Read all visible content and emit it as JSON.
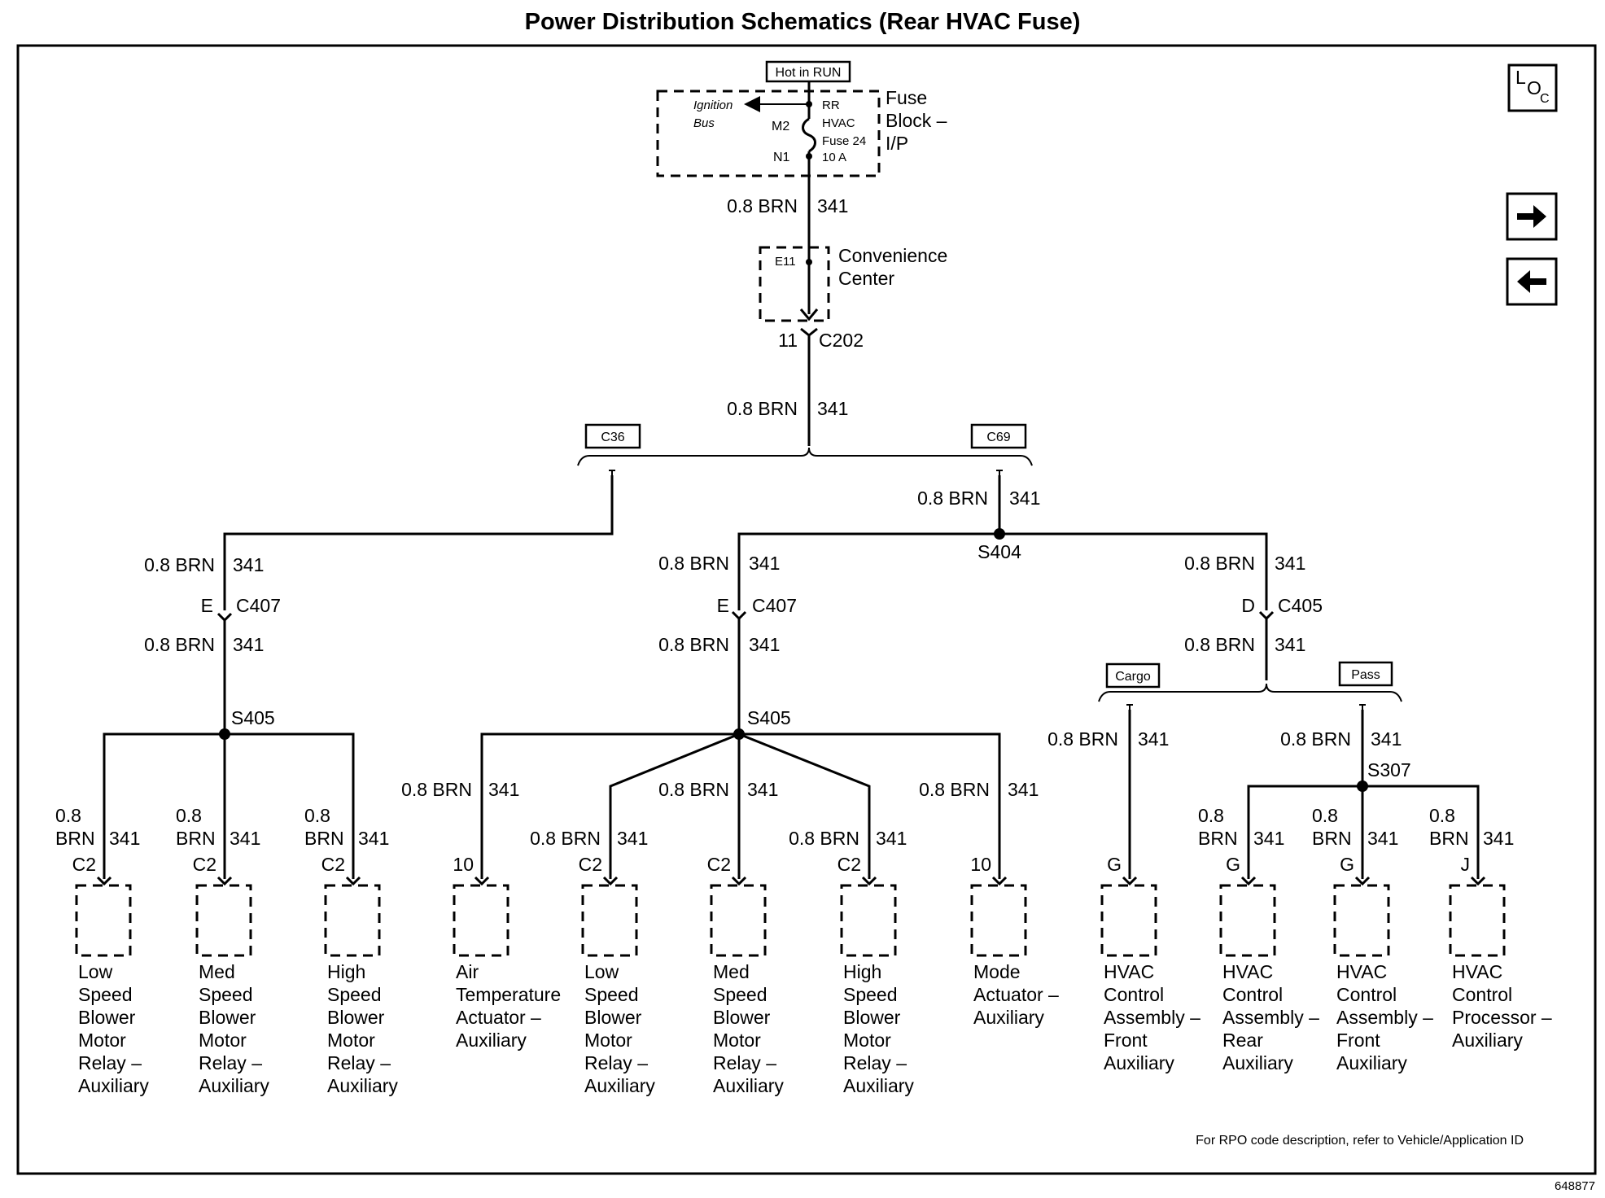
{
  "title": "Power Distribution Schematics (Rear HVAC Fuse)",
  "loc_icon": {
    "top": "L",
    "mid": "O",
    "sub": "C"
  },
  "nav": {
    "forward_icon": "arrow-right-icon",
    "back_icon": "arrow-left-icon"
  },
  "fuse_block": {
    "hot_label": "Hot in RUN",
    "ignition_bus": [
      "Ignition",
      "Bus"
    ],
    "pin_top": "M2",
    "pin_bottom": "N1",
    "fuse_text": [
      "RR",
      "HVAC",
      "Fuse 24",
      "10 A"
    ],
    "name": [
      "Fuse",
      "Block –",
      "I/P"
    ]
  },
  "wire": {
    "gauge_color": "0.8 BRN",
    "circuit": "341",
    "gauge": "0.8",
    "color": "BRN"
  },
  "convenience_center": {
    "pin": "E11",
    "name": [
      "Convenience",
      "Center"
    ]
  },
  "c202": {
    "pin": "11",
    "name": "C202"
  },
  "options": {
    "c36": "C36",
    "c69": "C69",
    "cargo": "Cargo",
    "pass": "Pass"
  },
  "splices": {
    "s404": "S404",
    "s405": "S405",
    "s307": "S307"
  },
  "connectors": {
    "left_c407": {
      "pin": "E",
      "name": "C407"
    },
    "mid_c407": {
      "pin": "E",
      "name": "C407"
    },
    "c405": {
      "pin": "D",
      "name": "C405"
    }
  },
  "components": [
    {
      "pin": "C2",
      "lines": [
        "Low",
        "Speed",
        "Blower",
        "Motor",
        "Relay –",
        "Auxiliary"
      ]
    },
    {
      "pin": "C2",
      "lines": [
        "Med",
        "Speed",
        "Blower",
        "Motor",
        "Relay –",
        "Auxiliary"
      ]
    },
    {
      "pin": "C2",
      "lines": [
        "High",
        "Speed",
        "Blower",
        "Motor",
        "Relay –",
        "Auxiliary"
      ]
    },
    {
      "pin": "10",
      "lines": [
        "Air",
        "Temperature",
        "Actuator –",
        "Auxiliary"
      ]
    },
    {
      "pin": "C2",
      "lines": [
        "Low",
        "Speed",
        "Blower",
        "Motor",
        "Relay –",
        "Auxiliary"
      ]
    },
    {
      "pin": "C2",
      "lines": [
        "Med",
        "Speed",
        "Blower",
        "Motor",
        "Relay –",
        "Auxiliary"
      ]
    },
    {
      "pin": "C2",
      "lines": [
        "High",
        "Speed",
        "Blower",
        "Motor",
        "Relay –",
        "Auxiliary"
      ]
    },
    {
      "pin": "10",
      "lines": [
        "Mode",
        "Actuator –",
        "Auxiliary"
      ]
    },
    {
      "pin": "G",
      "lines": [
        "HVAC",
        "Control",
        "Assembly –",
        "Front",
        "Auxiliary"
      ]
    },
    {
      "pin": "G",
      "lines": [
        "HVAC",
        "Control",
        "Assembly –",
        "Rear",
        "Auxiliary"
      ]
    },
    {
      "pin": "G",
      "lines": [
        "HVAC",
        "Control",
        "Assembly –",
        "Front",
        "Auxiliary"
      ]
    },
    {
      "pin": "J",
      "lines": [
        "HVAC",
        "Control",
        "Processor –",
        "Auxiliary"
      ]
    }
  ],
  "footer_note": "For RPO code description, refer to Vehicle/Application ID",
  "figure_id": "648877"
}
